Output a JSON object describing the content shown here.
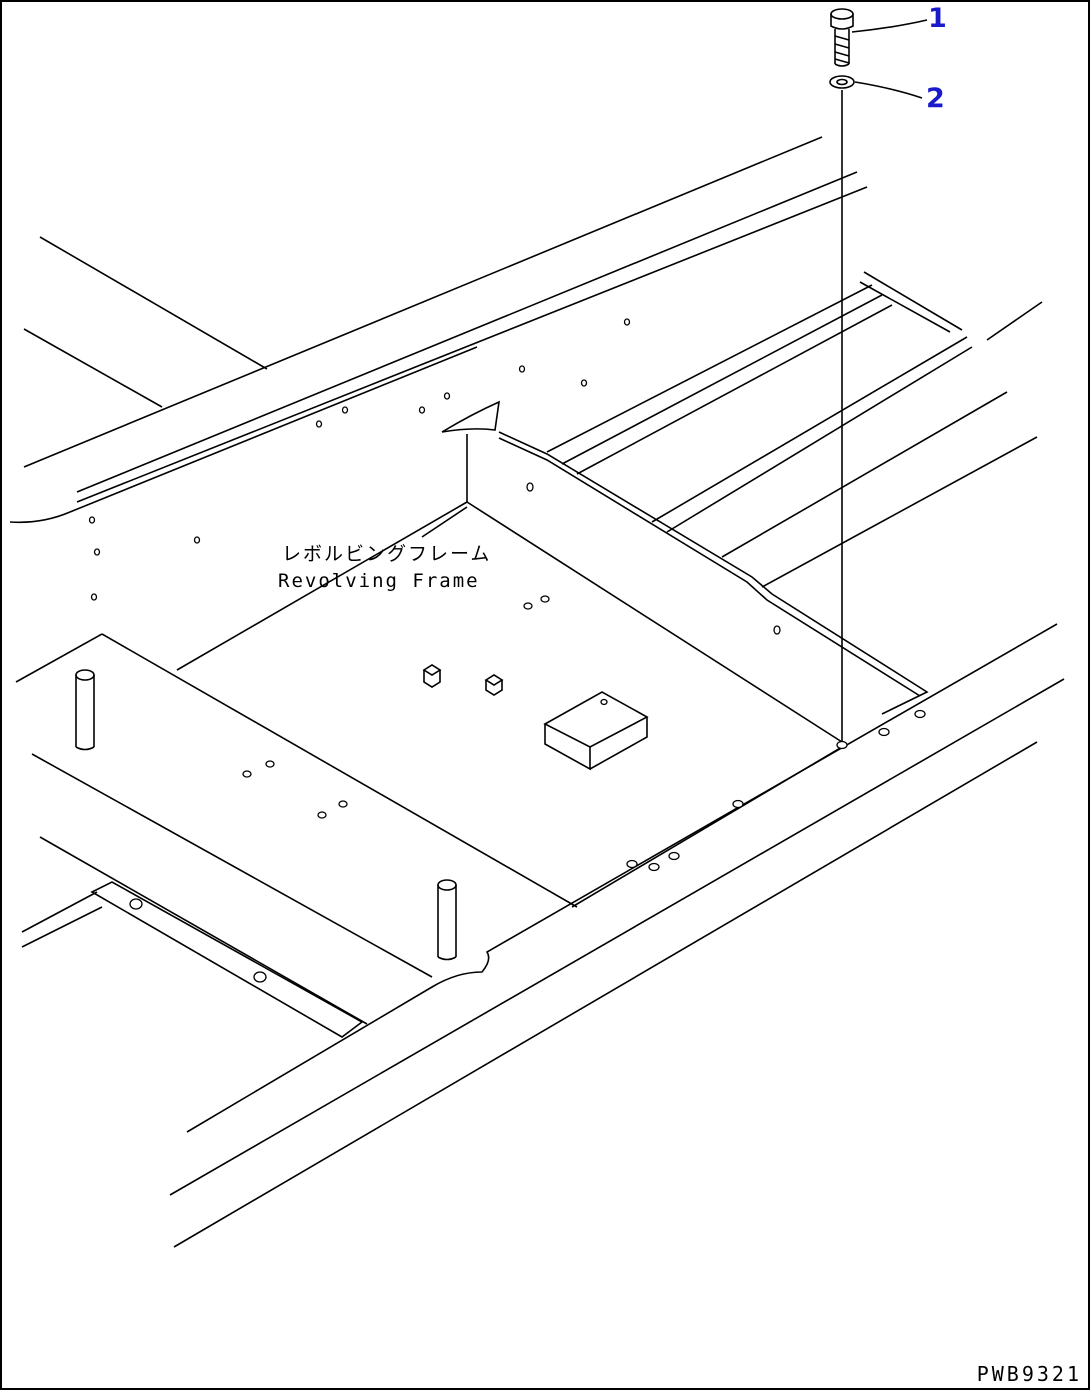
{
  "callouts": [
    {
      "number": "1",
      "part": "bolt"
    },
    {
      "number": "2",
      "part": "washer"
    }
  ],
  "frame_label": {
    "japanese": "レボルビングフレーム",
    "english": "Revolving Frame"
  },
  "drawing_code": "PWB9321"
}
